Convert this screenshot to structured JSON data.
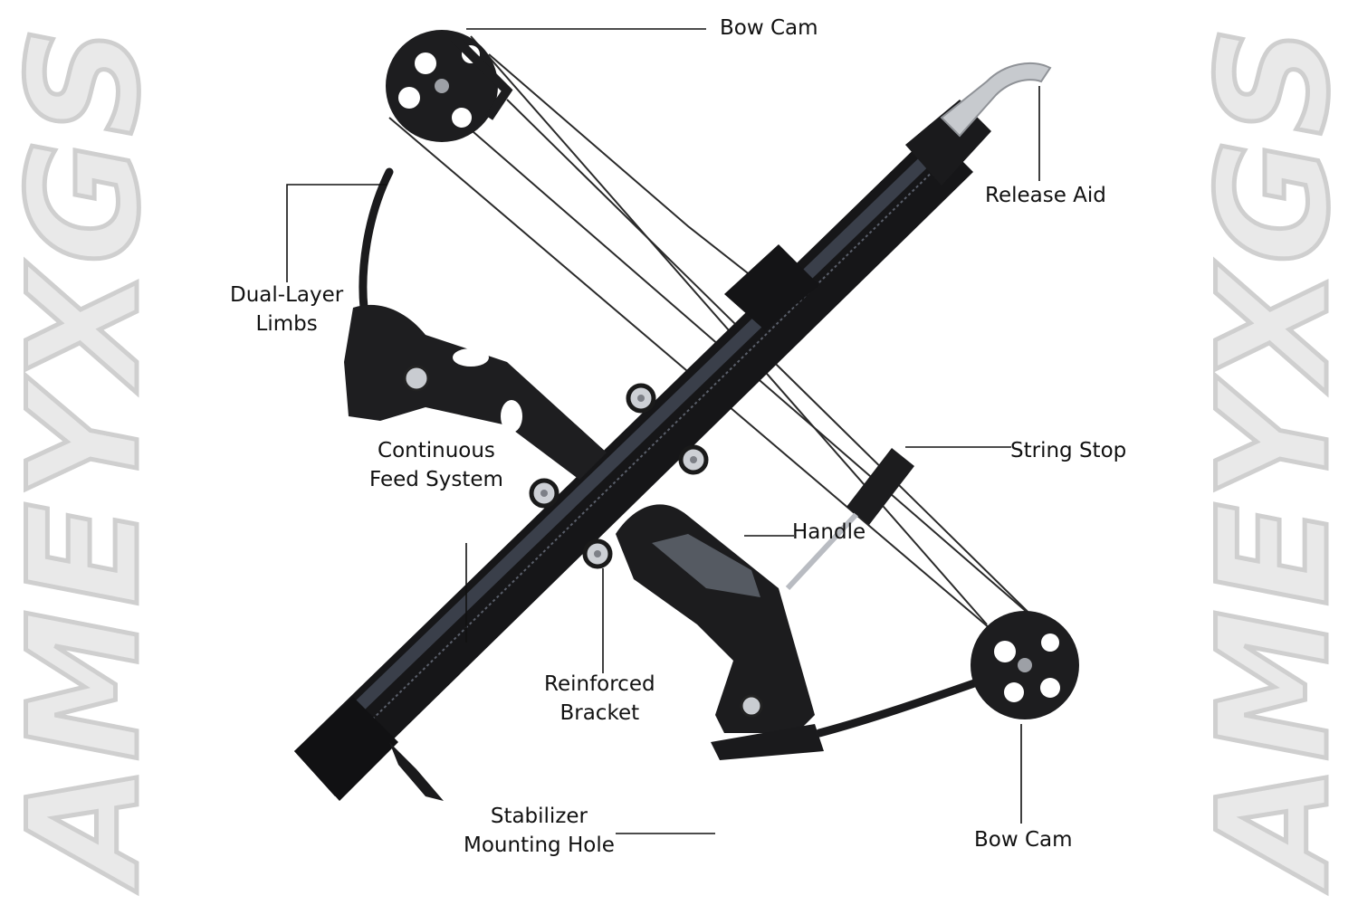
{
  "watermark": {
    "text": "AMEYXGS"
  },
  "colors": {
    "leader": "#111111",
    "body": "#1b1b1d",
    "metal": "#b9bcc2",
    "label": "#111111"
  },
  "labels": {
    "bow_cam_top": "Bow Cam",
    "release_aid": "Release Aid",
    "dual_layer_limbs": [
      "Dual-Layer",
      "Limbs"
    ],
    "continuous_feed": [
      "Continuous",
      "Feed System"
    ],
    "string_stop": "String Stop",
    "handle": "Handle",
    "reinforced_bracket": [
      "Reinforced",
      "Bracket"
    ],
    "stabilizer": [
      "Stabilizer",
      "Mounting Hole"
    ],
    "bow_cam_bottom": "Bow Cam"
  }
}
